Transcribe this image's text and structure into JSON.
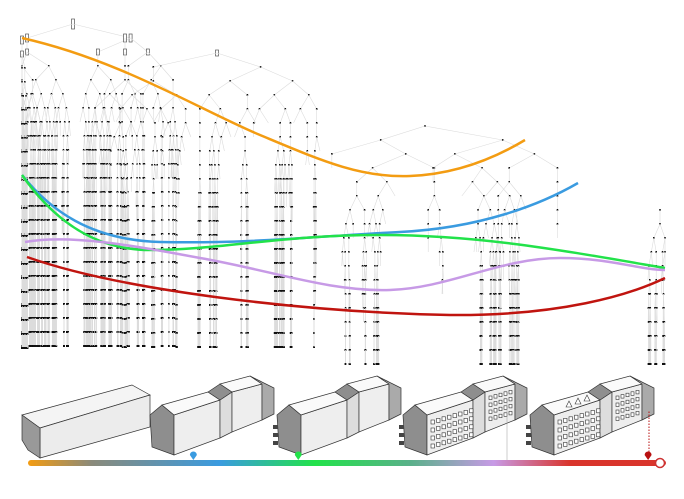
{
  "colors": {
    "orange": "#f39c12",
    "blue": "#3a9be0",
    "green": "#22e24a",
    "purple": "#c79ae6",
    "red": "#c0140f",
    "tree_edge": "#dcdcdc",
    "node": "#111111"
  },
  "curves": [
    {
      "id": "orange",
      "color": "#f39c12"
    },
    {
      "id": "blue",
      "color": "#3a9be0"
    },
    {
      "id": "green",
      "color": "#22e24a"
    },
    {
      "id": "purple",
      "color": "#c79ae6"
    },
    {
      "id": "red",
      "color": "#c0140f"
    }
  ],
  "timeline": {
    "gradient": [
      "#f39c12",
      "#3a9be0",
      "#22e24a",
      "#c79ae6",
      "#d9342b"
    ],
    "markers": [
      {
        "id": "blue",
        "color": "#3a9be0",
        "position": 0.26
      },
      {
        "id": "green",
        "color": "#22e24a",
        "position": 0.425
      },
      {
        "id": "red",
        "color": "#b81010",
        "position": 0.975
      }
    ],
    "handle_position": 1.0
  },
  "buildings": [
    {
      "stage": 1,
      "detail": "massing"
    },
    {
      "stage": 2,
      "detail": "gables"
    },
    {
      "stage": 3,
      "detail": "balconies"
    },
    {
      "stage": 4,
      "detail": "windows"
    },
    {
      "stage": 5,
      "detail": "dormers"
    }
  ]
}
